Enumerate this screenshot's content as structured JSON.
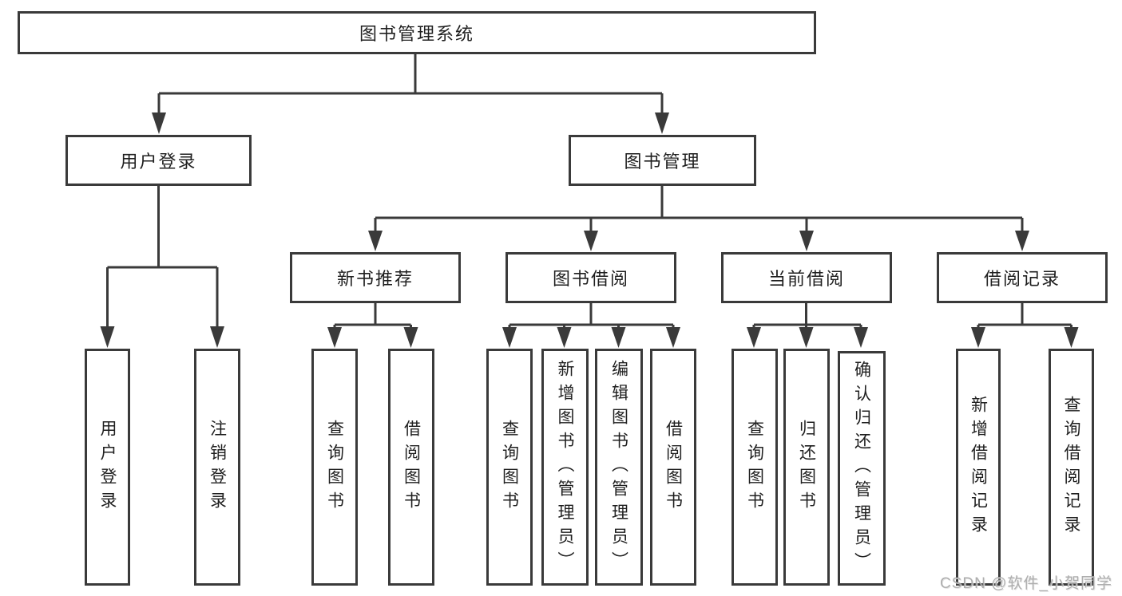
{
  "tree": {
    "root": "图书管理系统",
    "branches": [
      {
        "label": "用户登录",
        "children": [
          "用户登录",
          "注销登录"
        ]
      },
      {
        "label": "图书管理",
        "sections": [
          {
            "label": "新书推荐",
            "children": [
              "查询图书",
              "借阅图书"
            ]
          },
          {
            "label": "图书借阅",
            "children": [
              "查询图书",
              "新增图书（管理员）",
              "编辑图书（管理员）",
              "借阅图书"
            ]
          },
          {
            "label": "当前借阅",
            "children": [
              "查询图书",
              "归还图书",
              "确认归还（管理员）"
            ]
          },
          {
            "label": "借阅记录",
            "children": [
              "新增借阅记录",
              "查询借阅记录"
            ]
          }
        ]
      }
    ]
  },
  "watermark": "CSDN @软件_小贺同学",
  "colors": {
    "line": "#3a3a3a",
    "text": "#1f1f1f",
    "background": "#ffffff",
    "watermark": "#a6a6a6"
  }
}
